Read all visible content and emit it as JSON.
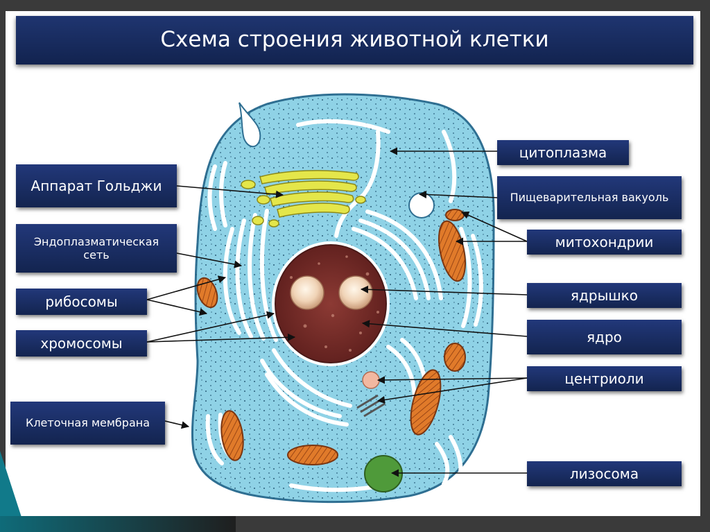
{
  "title": "Схема строения животной клетки",
  "labels": {
    "golgi": "Аппарат Гольджи",
    "er": "Эндоплазматическая сеть",
    "ribosomes": "рибосомы",
    "chromosomes": "хромосомы",
    "membrane": "Клеточная мембрана",
    "cytoplasm": "цитоплазма",
    "digestive_vacuole": "Пищеварительная вакуоль",
    "mitochondria": "митохондрии",
    "nucleolus": "ядрышко",
    "nucleus": "ядро",
    "centrioles": "центриоли",
    "lysosome": "лизосома"
  },
  "colors": {
    "title_bar": "#1b2e63",
    "cytoplasm": "#8fd2e6",
    "nucleus": "#7a2e2a",
    "nucleolus": "#f3d9c0",
    "golgi": "#e4e64a",
    "mitochondria": "#e07a2a",
    "lysosome": "#4f9a3a",
    "er": "#ffffff"
  }
}
